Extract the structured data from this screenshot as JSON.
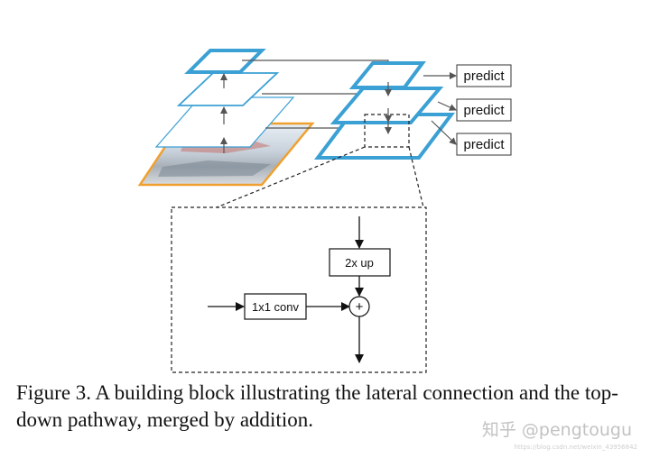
{
  "diagram": {
    "predict_labels": [
      "predict",
      "predict",
      "predict"
    ],
    "upsample_label": "2x up",
    "conv_label": "1x1 conv",
    "add_symbol": "+"
  },
  "caption": {
    "text": "Figure 3. A building block illustrating the lateral connection and the top-down pathway, merged by addition."
  },
  "watermark": {
    "text": "知乎 @pengtougu",
    "subtext": "https://blog.csdn.net/weixin_43956842"
  },
  "colors": {
    "pyramid_blue": "#3ba0d4",
    "image_orange": "#f0a030",
    "line_gray": "#555555"
  }
}
